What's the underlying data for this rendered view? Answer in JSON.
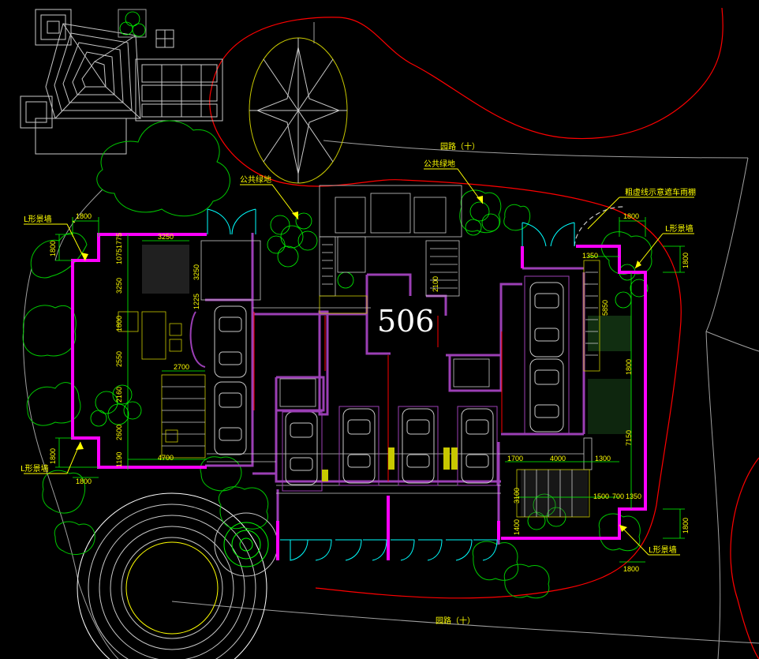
{
  "drawing": {
    "unit_number": "506",
    "colors": {
      "background": "#000000",
      "outer_wall": "#ff00ff",
      "inner_wall": "#9b3fb5",
      "road_line": "#ff0000",
      "planting": "#00ff00",
      "dimension": "#ffff00",
      "door": "#00ffff",
      "linework": "#c8c8c8"
    },
    "labels": {
      "road_top": "园路（十）",
      "road_bottom": "园路（十）",
      "green_left": "公共绿地",
      "green_right": "公共绿地",
      "carport_note": "粗虚线示意遮车雨棚",
      "wall_top_left": "L形景墙",
      "wall_bottom_left": "L形景墙",
      "wall_top_right": "L形景墙",
      "wall_bottom_right": "L形景墙"
    },
    "dimensions": {
      "tl_h1800": "1800",
      "tl_v1800": "1800",
      "bl_v1800": "1800",
      "bl_h1800": "1800",
      "tr_h1800": "1800",
      "tr_v1800": "1800",
      "br_v1800": "1800",
      "br_h1800": "1800",
      "l_3250": "3250",
      "l_10751775": "10751775",
      "l_v3250": "3250",
      "l_v3250b": "3250",
      "l_1225": "1225",
      "l_1800": "1800",
      "l_2550": "2550",
      "l_2700": "2700",
      "l_2160": "2160",
      "l_2600": "2600",
      "l_1190": "1190",
      "l_4700": "4700",
      "c_2100": "2100",
      "r_1350": "1350",
      "r_5850": "5850",
      "r_1800": "1800",
      "r_7150": "7150",
      "r_1700": "1700",
      "r_4000": "4000",
      "r_1300": "1300",
      "r_3100": "3100",
      "r_1500": "1500",
      "r_700": "700",
      "r_1350b": "1350",
      "r_1400": "1400"
    }
  }
}
